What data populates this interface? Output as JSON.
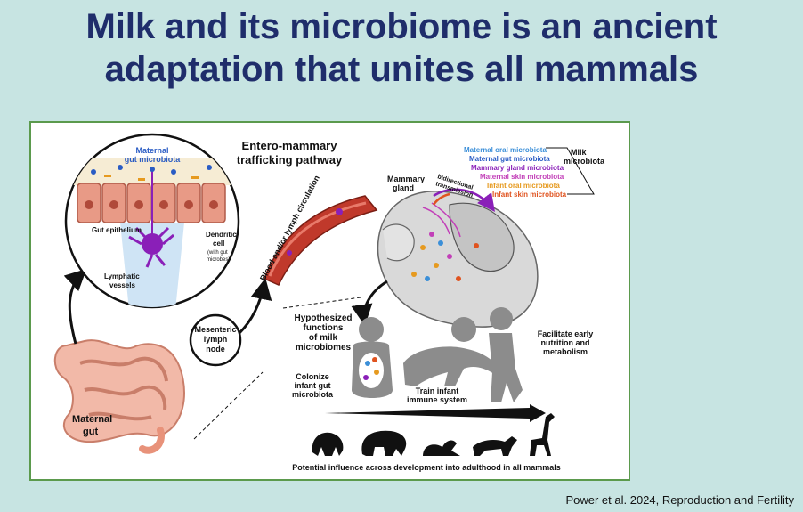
{
  "slide": {
    "title_line1": "Milk and its microbiome is an ancient",
    "title_line2": "adaptation that unites all mammals",
    "citation": "Power et al. 2024, Reproduction and Fertility"
  },
  "figure": {
    "pathway_title_1": "Entero-mammary",
    "pathway_title_2": "trafficking pathway",
    "maternal_gut_microbiota_1": "Maternal",
    "maternal_gut_microbiota_2": "gut microbiota",
    "gut_epithelium": "Gut epithelium",
    "dendritic_cell_1": "Dendritic",
    "dendritic_cell_2": "cell",
    "dendritic_cell_3": "(with gut",
    "dendritic_cell_4": "microbes)",
    "lymphatic_vessels_1": "Lymphatic",
    "lymphatic_vessels_2": "vessels",
    "mesenteric_1": "Mesenteric",
    "mesenteric_2": "lymph",
    "mesenteric_3": "node",
    "maternal_gut_1": "Maternal",
    "maternal_gut_2": "gut",
    "circulation": "Blood and/or lymph circulation",
    "mammary_gland_1": "Mammary",
    "mammary_gland_2": "gland",
    "bidirectional_1": "bidirectional",
    "bidirectional_2": "transmission",
    "milk_microbiota_1": "Milk",
    "milk_microbiota_2": "microbiota",
    "sources": [
      {
        "label": "Maternal oral microbiota",
        "color": "#3b8fd8"
      },
      {
        "label": "Maternal gut microbiota",
        "color": "#2a5cc4"
      },
      {
        "label": "Mammary gland microbiota",
        "color": "#8a1fb8"
      },
      {
        "label": "Maternal skin microbiota",
        "color": "#c23fb8"
      },
      {
        "label": "Infant oral microbiota",
        "color": "#e69a1f"
      },
      {
        "label": "Infant skin microbiota",
        "color": "#e0531f"
      }
    ],
    "hyp_1": "Hypothesized",
    "hyp_2": "functions",
    "hyp_3": "of milk",
    "hyp_4": "microbiomes",
    "colonize_1": "Colonize",
    "colonize_2": "infant gut",
    "colonize_3": "microbiota",
    "train_1": "Train infant",
    "train_2": "immune system",
    "facilitate_1": "Facilitate early",
    "facilitate_2": "nutrition and",
    "facilitate_3": "metabolism",
    "potential": "Potential influence across development into adulthood in all mammals"
  }
}
